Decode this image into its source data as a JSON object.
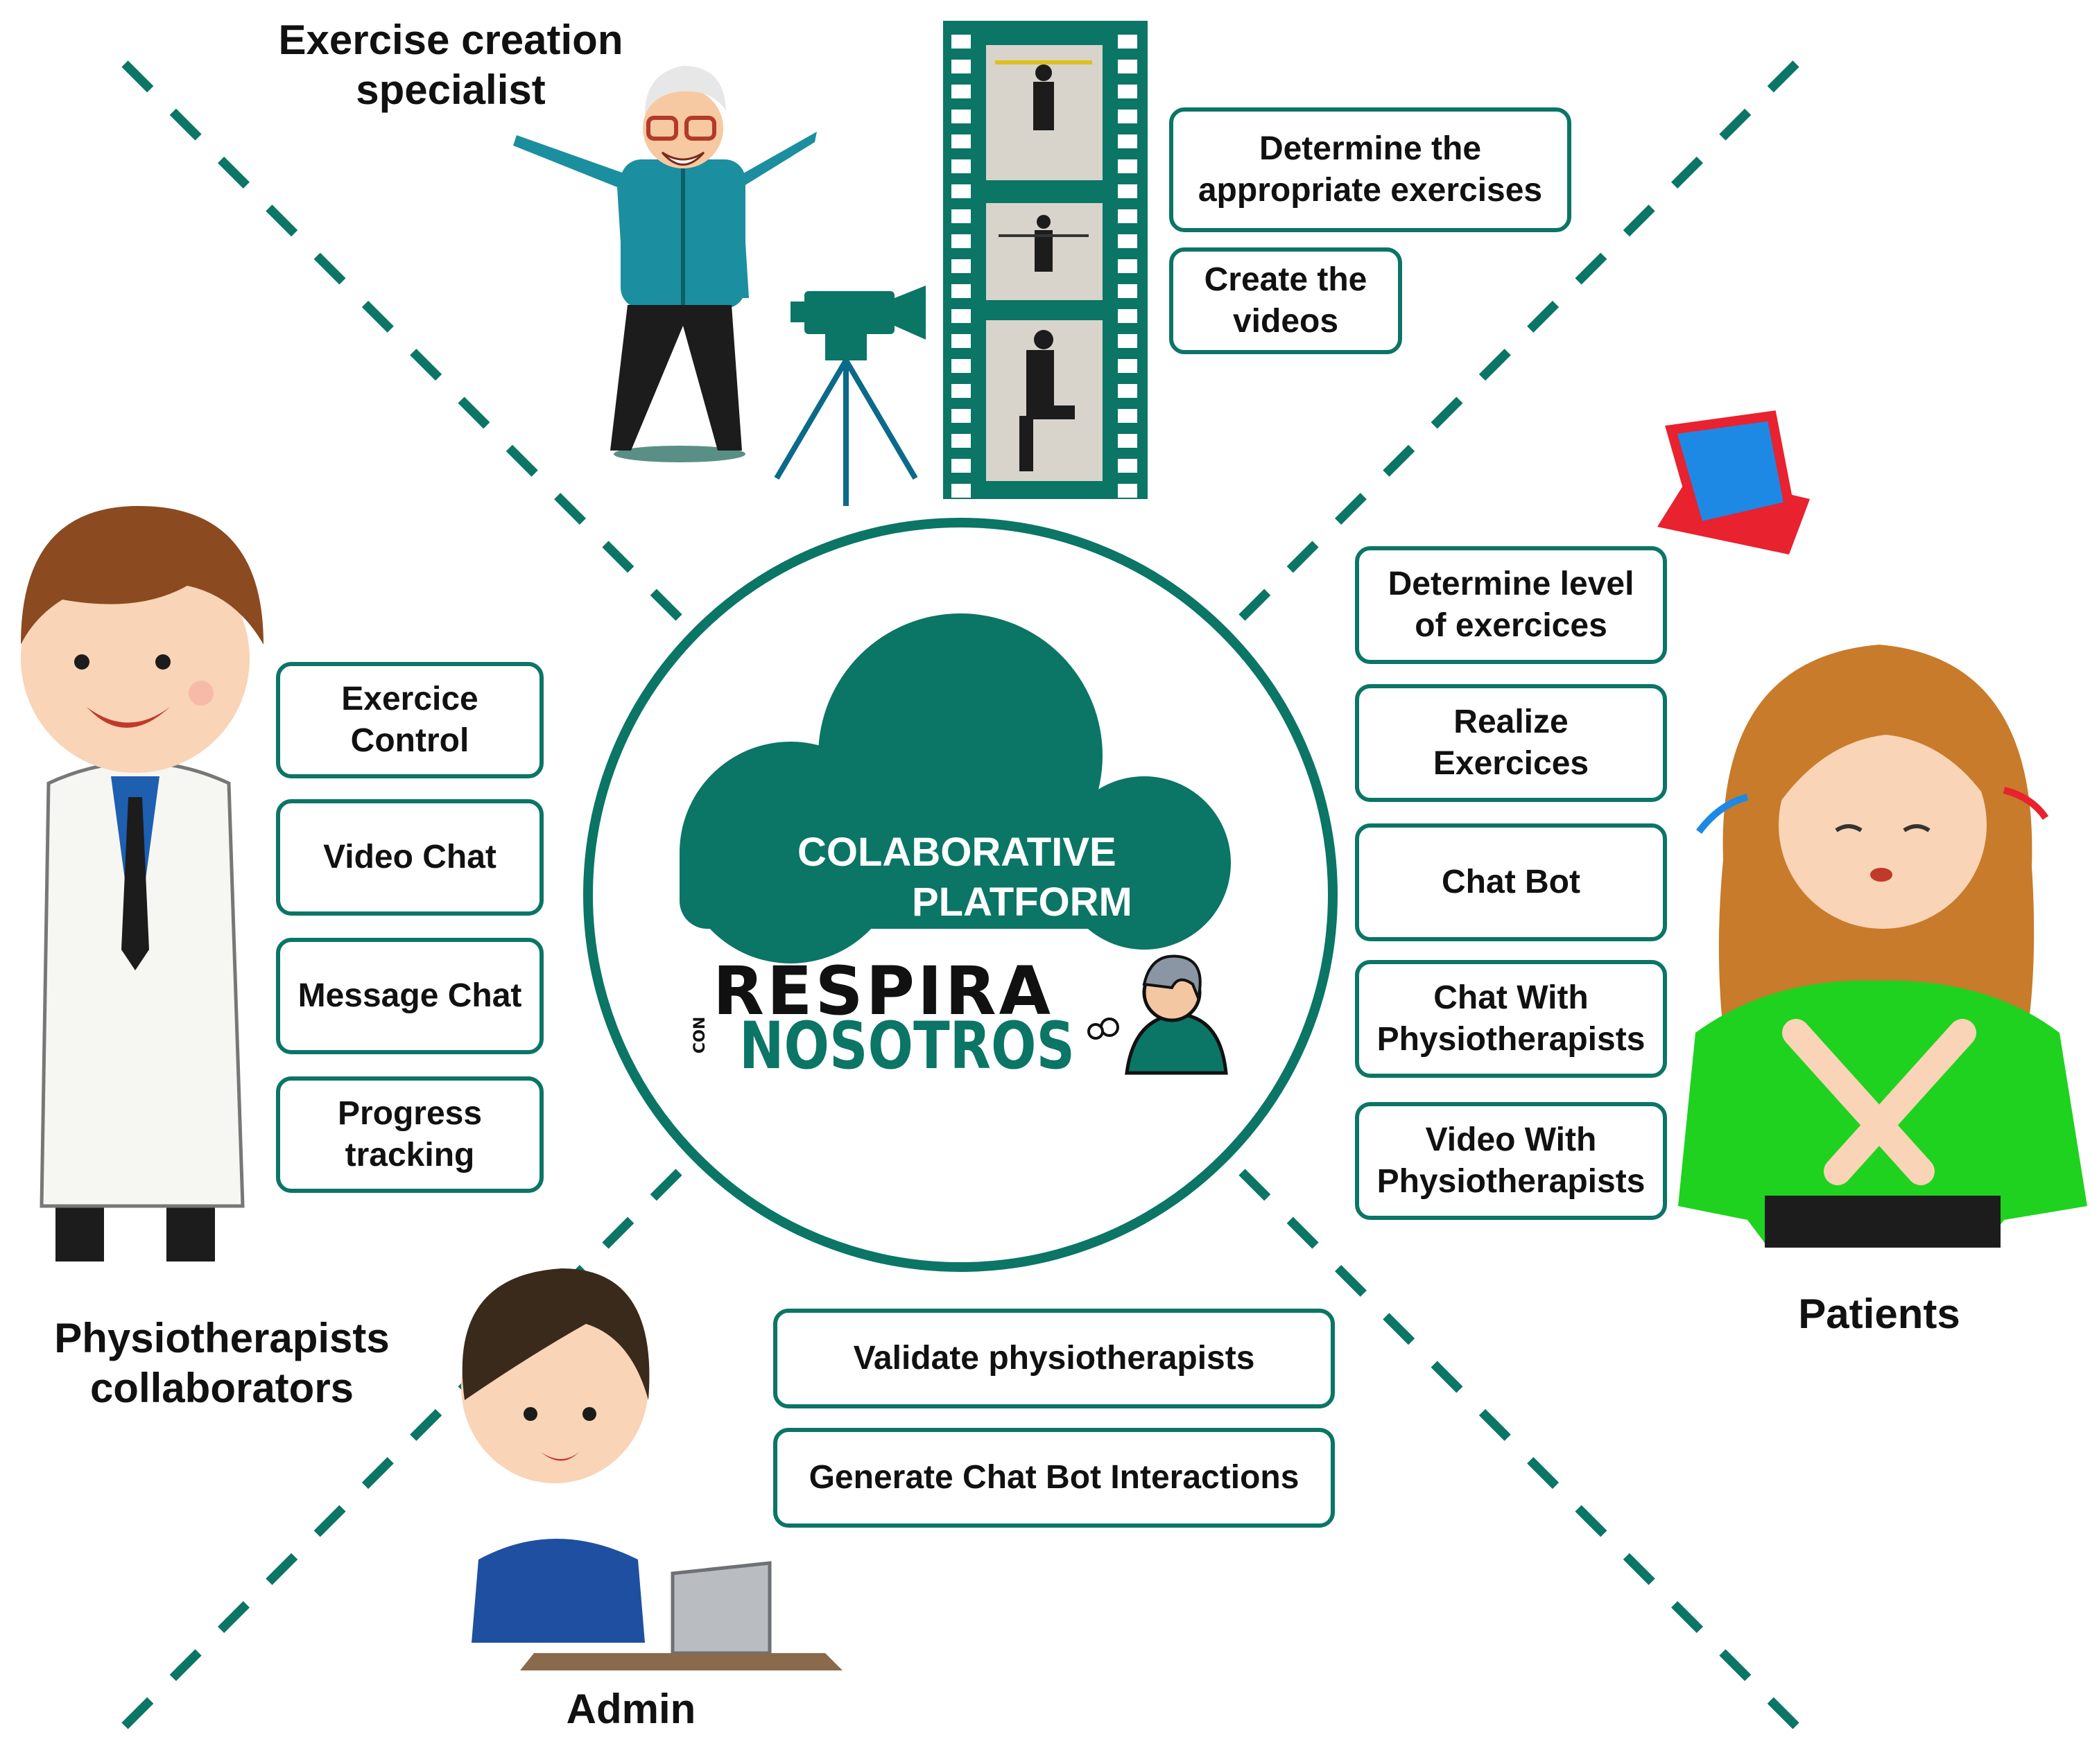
{
  "colors": {
    "teal": "#0b7566",
    "green": "#1fd21f",
    "hair": "#c87b2a",
    "tablet": "#e8222f",
    "blue": "#1e88e5"
  },
  "center": {
    "cloud_line1": "COLABORATIVE",
    "cloud_line2": "PLATFORM",
    "logo_top": "RESPIRA",
    "logo_con": "CON",
    "logo_bottom": "NOSOTROS"
  },
  "roles": {
    "specialist": "Exercise creation\nspecialist",
    "physios": "Physiotherapists\ncollaborators",
    "patients": "Patients",
    "admin": "Admin"
  },
  "specialist_tasks": [
    "Determine the\nappropriate exercises",
    "Create the\nvideos"
  ],
  "physio_tasks": [
    "Exercice\nControl",
    "Video Chat",
    "Message Chat",
    "Progress\ntracking"
  ],
  "patient_tasks": [
    "Determine level\nof exercices",
    "Realize\nExercices",
    "Chat Bot",
    "Chat With\nPhysiotherapists",
    "Video With\nPhysiotherapists"
  ],
  "admin_tasks": [
    "Validate physiotherapists",
    "Generate Chat Bot Interactions"
  ],
  "icons": [
    "specialist-illustration",
    "camera-tripod-icon",
    "film-strip-icon",
    "doctor-illustration",
    "tablet-icon",
    "patient-illustration",
    "admin-illustration",
    "laptop-icon",
    "cloud-icon",
    "breathing-person-icon"
  ]
}
